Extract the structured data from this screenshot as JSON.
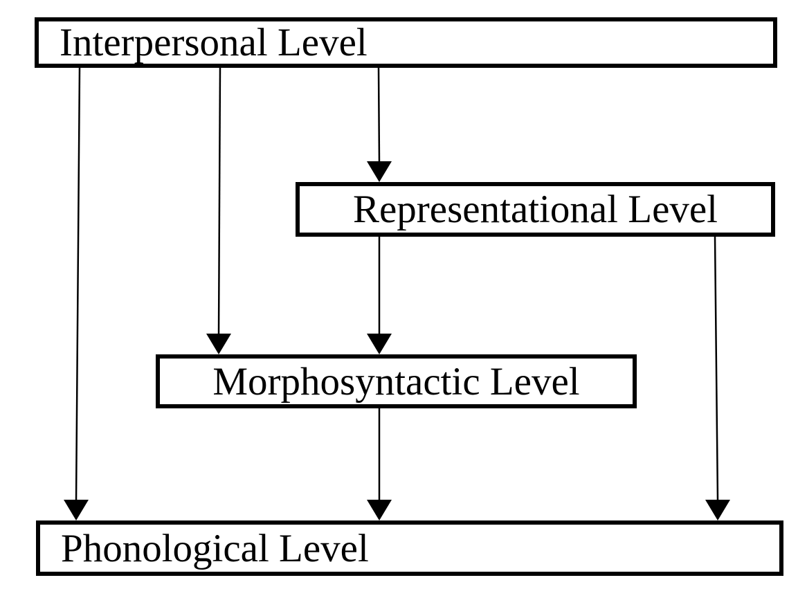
{
  "diagram": {
    "background_color": "#ffffff",
    "box_border_color": "#000000",
    "arrow_color": "#000000",
    "text_color": "#000000",
    "nodes": [
      {
        "id": "interpersonal",
        "label": "Interpersonal Level"
      },
      {
        "id": "representational",
        "label": "Representational Level"
      },
      {
        "id": "morphosyntactic",
        "label": "Morphosyntactic Level"
      },
      {
        "id": "phonological",
        "label": "Phonological Level"
      }
    ],
    "edges": [
      {
        "from": "interpersonal",
        "to": "phonological"
      },
      {
        "from": "interpersonal",
        "to": "morphosyntactic"
      },
      {
        "from": "interpersonal",
        "to": "representational"
      },
      {
        "from": "representational",
        "to": "morphosyntactic"
      },
      {
        "from": "morphosyntactic",
        "to": "phonological"
      },
      {
        "from": "representational",
        "to": "phonological"
      }
    ]
  }
}
